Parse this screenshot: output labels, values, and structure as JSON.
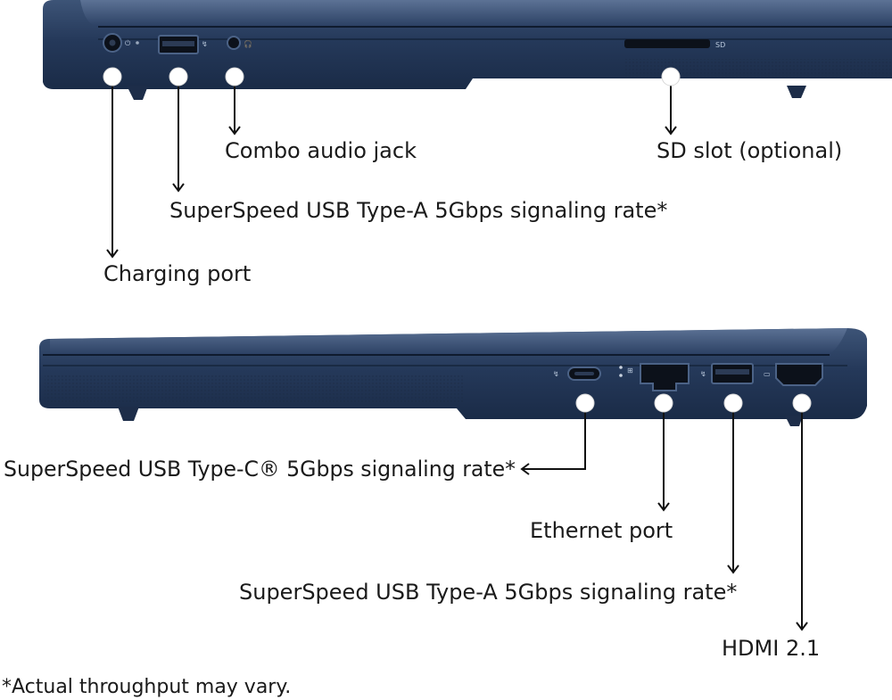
{
  "colors": {
    "chassis": "#23395d",
    "chassis_dark": "#16253f",
    "chassis_light": "#5b7397",
    "port_black": "#0c111a",
    "dot": "#ffffff",
    "text": "#1a1a1a"
  },
  "icons": {
    "power_icon": "power-plug-icon",
    "usb_icon": "usb-ss-icon",
    "headset_icon": "headset-icon",
    "ethernet_icon": "ethernet-icon",
    "hdmi_icon": "hdmi-icon"
  },
  "top_view": {
    "sd_printed": "SD",
    "callouts": {
      "charging_port": "Charging port",
      "usb_a": "SuperSpeed USB Type-A 5Gbps signaling rate*",
      "audio_jack": "Combo audio jack",
      "sd_slot": "SD slot (optional)"
    }
  },
  "bottom_view": {
    "callouts": {
      "usb_c": "SuperSpeed USB Type-C® 5Gbps signaling rate*",
      "ethernet": "Ethernet port",
      "usb_a": "SuperSpeed USB Type-A 5Gbps signaling rate*",
      "hdmi": "HDMI 2.1"
    }
  },
  "footnote": "*Actual throughput may vary."
}
